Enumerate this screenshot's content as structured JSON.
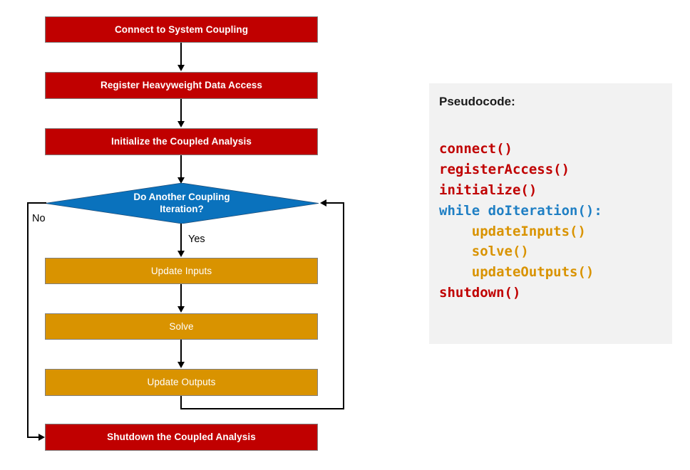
{
  "flowchart": {
    "nodes": [
      {
        "id": "connect",
        "label": "Connect to System Coupling",
        "shape": "rect",
        "color": "#C00000"
      },
      {
        "id": "register",
        "label": "Register Heavyweight Data Access",
        "shape": "rect",
        "color": "#C00000"
      },
      {
        "id": "initialize",
        "label": "Initialize the Coupled Analysis",
        "shape": "rect",
        "color": "#C00000"
      },
      {
        "id": "decision",
        "label": "Do Another Coupling Iteration?",
        "shape": "diamond",
        "color": "#0A72BD"
      },
      {
        "id": "update-inputs",
        "label": "Update Inputs",
        "shape": "rect",
        "color": "#D99300"
      },
      {
        "id": "solve",
        "label": "Solve",
        "shape": "rect",
        "color": "#D99300"
      },
      {
        "id": "update-outputs",
        "label": "Update Outputs",
        "shape": "rect",
        "color": "#D99300"
      },
      {
        "id": "shutdown",
        "label": "Shutdown the Coupled Analysis",
        "shape": "rect",
        "color": "#C00000"
      }
    ],
    "decision_line_1": "Do Another Coupling",
    "decision_line_2": "Iteration?",
    "edge_labels": {
      "no": "No",
      "yes": "Yes"
    }
  },
  "pseudocode": {
    "title": "Pseudocode:",
    "lines": [
      {
        "text": "connect()",
        "color": "#C00000"
      },
      {
        "text": "registerAccess()",
        "color": "#C00000"
      },
      {
        "text": "initialize()",
        "color": "#C00000"
      },
      {
        "text": "while doIteration():",
        "color": "#1F7FC4"
      },
      {
        "text": "    updateInputs()",
        "color": "#D99300"
      },
      {
        "text": "    solve()",
        "color": "#D99300"
      },
      {
        "text": "    updateOutputs()",
        "color": "#D99300"
      },
      {
        "text": "shutdown()",
        "color": "#C00000"
      }
    ]
  },
  "colors": {
    "red": "#C00000",
    "blue": "#0A72BD",
    "orange": "#D99300",
    "panel_background": "#F2F2F2",
    "connector": "#000000",
    "canvas_background": "#FFFFFF"
  }
}
